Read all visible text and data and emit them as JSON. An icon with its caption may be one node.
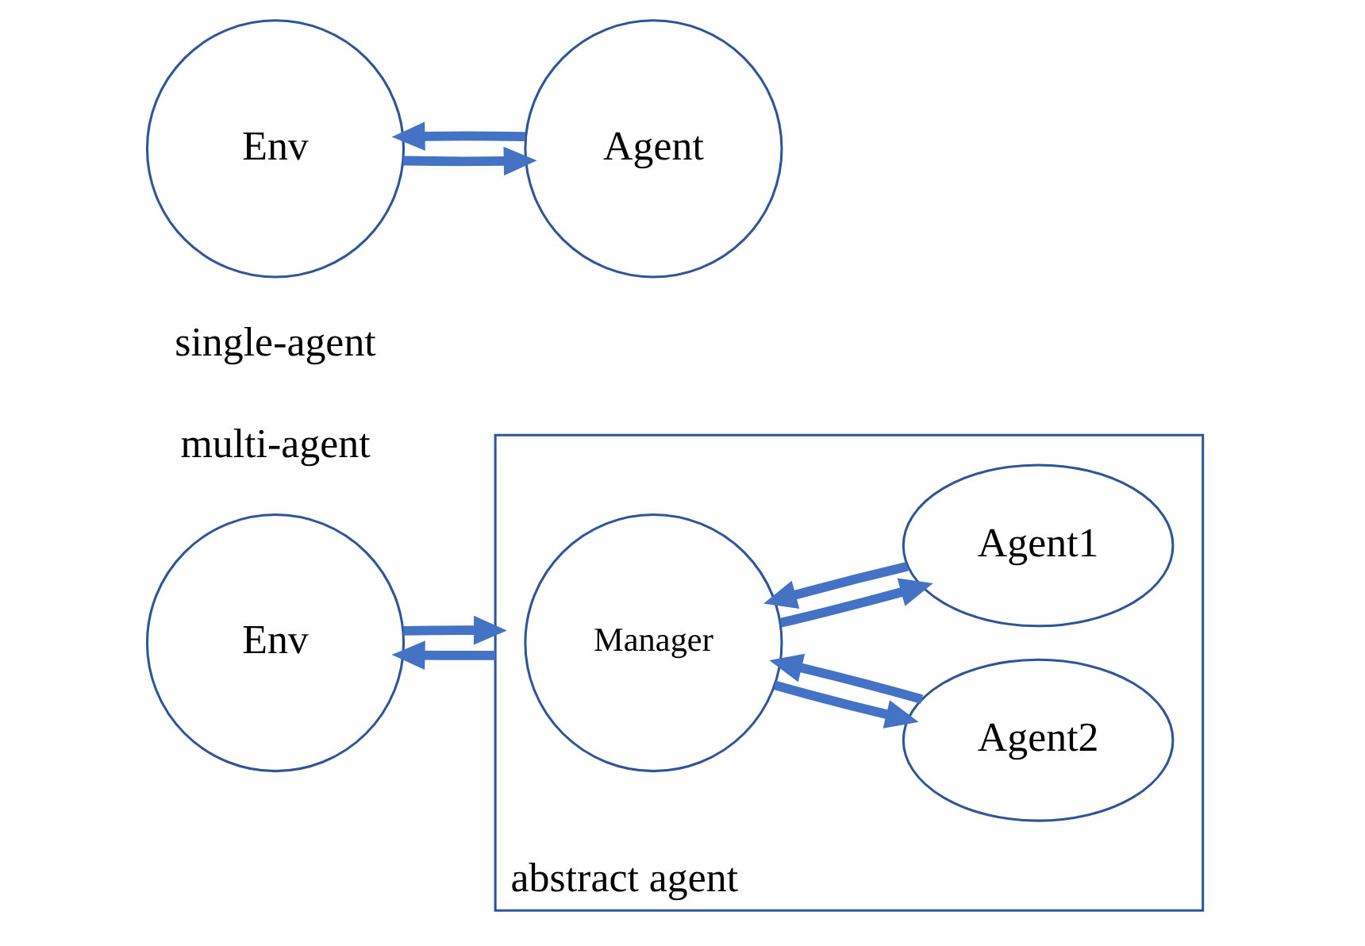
{
  "diagram": {
    "nodes": [
      {
        "text": [
          "Env"
        ]
      },
      {
        "text": [
          "Agent"
        ]
      },
      {
        "text": [
          "Env"
        ]
      },
      {
        "text": [
          "abstract agent"
        ]
      },
      {
        "text": [
          "Manager"
        ],
        "in": 3
      },
      {
        "text": [
          "Agent1"
        ],
        "in": 3
      },
      {
        "text": [
          "Agent2"
        ],
        "in": 3
      }
    ],
    "edges": [
      {
        "from": 0,
        "to": 1,
        "arrow": "to"
      },
      {
        "from": 1,
        "to": 0,
        "arrow": "to"
      },
      {
        "from": 2,
        "to": 3,
        "arrow": "to"
      },
      {
        "from": 3,
        "to": 2,
        "arrow": "to"
      },
      {
        "from": 4,
        "to": 5,
        "arrow": "to"
      },
      {
        "from": 5,
        "to": 4,
        "arrow": "to"
      },
      {
        "from": 4,
        "to": 6,
        "arrow": "to"
      },
      {
        "from": 6,
        "to": 4,
        "arrow": "to"
      }
    ],
    "labels": [
      "single-agent",
      "multi-agent"
    ]
  }
}
